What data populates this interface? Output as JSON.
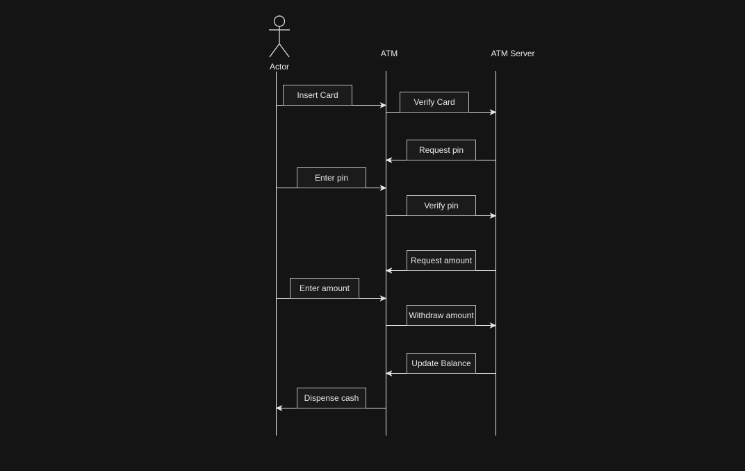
{
  "colors": {
    "background": "#141414",
    "line": "#e6e6e6",
    "box_border": "#bdbdbd",
    "text": "#e6e6e6"
  },
  "participants": [
    {
      "id": "actor",
      "label": "Actor",
      "icon": "stick-figure-icon"
    },
    {
      "id": "atm",
      "label": "ATM"
    },
    {
      "id": "server",
      "label": "ATM Server"
    }
  ],
  "messages": [
    {
      "label": "Insert Card",
      "from": "actor",
      "to": "atm"
    },
    {
      "label": "Verify Card",
      "from": "atm",
      "to": "server"
    },
    {
      "label": "Request pin",
      "from": "server",
      "to": "atm"
    },
    {
      "label": "Enter pin",
      "from": "actor",
      "to": "atm"
    },
    {
      "label": "Verify pin",
      "from": "atm",
      "to": "server"
    },
    {
      "label": "Request amount",
      "from": "server",
      "to": "atm"
    },
    {
      "label": "Enter amount",
      "from": "actor",
      "to": "atm"
    },
    {
      "label": "Withdraw amount",
      "from": "atm",
      "to": "server"
    },
    {
      "label": "Update Balance",
      "from": "server",
      "to": "atm"
    },
    {
      "label": "Dispense cash",
      "from": "atm",
      "to": "actor"
    }
  ]
}
